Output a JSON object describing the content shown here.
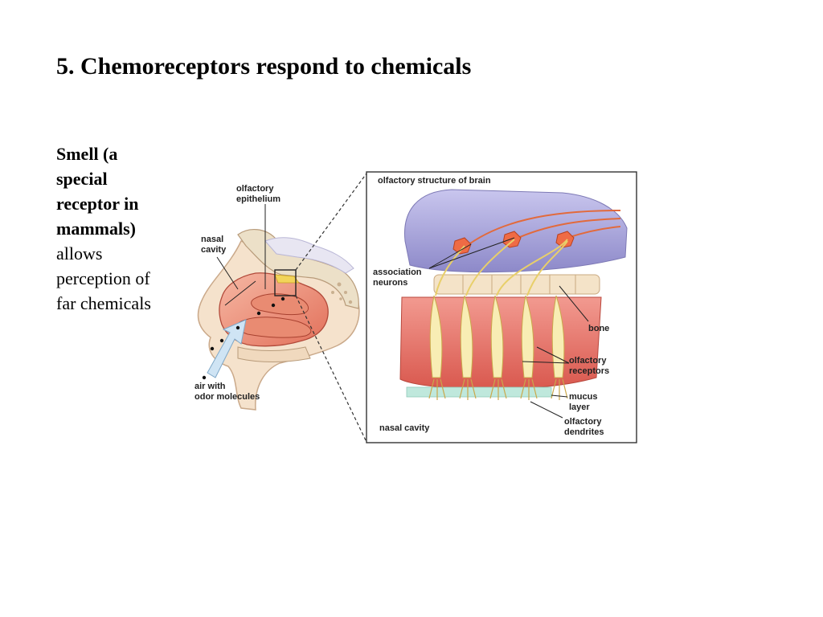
{
  "slide": {
    "title": "5. Chemoreceptors respond to chemicals",
    "body_bold_lines": [
      "Smell (a",
      "special",
      "receptor in",
      "mammals)"
    ],
    "body_lines": [
      "allows",
      "perception of",
      "far chemicals"
    ]
  },
  "figure": {
    "labels": {
      "olfactory_epithelium_1": "olfactory",
      "olfactory_epithelium_2": "epithelium",
      "nasal_cavity_1": "nasal",
      "nasal_cavity_2": "cavity",
      "air_1": "air with",
      "air_2": "odor molecules",
      "brain_structure": "olfactory structure of brain",
      "association_1": "association",
      "association_2": "neurons",
      "bone": "bone",
      "receptors_1": "olfactory",
      "receptors_2": "receptors",
      "mucus_1": "mucus",
      "mucus_2": "layer",
      "dendrites_1": "olfactory",
      "dendrites_2": "dendrites",
      "inset_nasal_cavity": "nasal cavity"
    }
  }
}
